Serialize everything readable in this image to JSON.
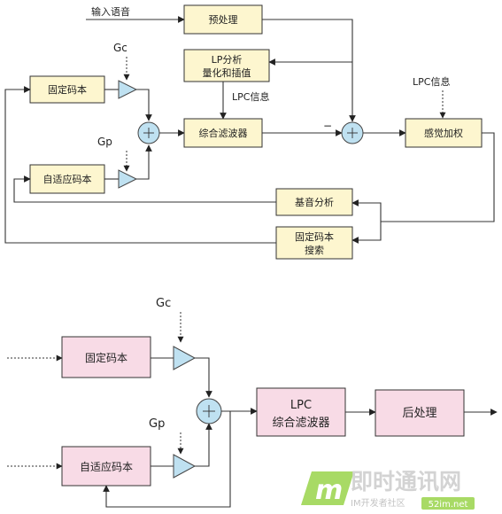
{
  "top": {
    "input_label": "输入语音",
    "preprocess": "预处理",
    "lp_analysis_line1": "LP分析",
    "lp_analysis_line2": "量化和插值",
    "lpc_info_1": "LPC信息",
    "lpc_info_2": "LPC信息",
    "gc": "Gc",
    "gp": "Gp",
    "fixed_codebook": "固定码本",
    "adaptive_codebook": "自适应码本",
    "synthesis_filter": "综合滤波器",
    "perceptual_weighting": "感觉加权",
    "pitch_analysis": "基音分析",
    "fixed_search_line1": "固定码本",
    "fixed_search_line2": "搜索",
    "minus_sign": "−"
  },
  "bottom": {
    "gc": "Gc",
    "gp": "Gp",
    "fixed_codebook": "固定码本",
    "adaptive_codebook": "自适应码本",
    "lpc_filter_line1": "LPC",
    "lpc_filter_line2": "综合滤波器",
    "postprocess": "后处理"
  },
  "watermark": {
    "title": "即时通讯网",
    "subtitle": "IM开发者社区",
    "site": "52im.net"
  },
  "colors": {
    "top_box_fill": "#fdf6cf",
    "bottom_box_fill": "#f8dbe6",
    "amp_fill": "#bfe1f1"
  }
}
